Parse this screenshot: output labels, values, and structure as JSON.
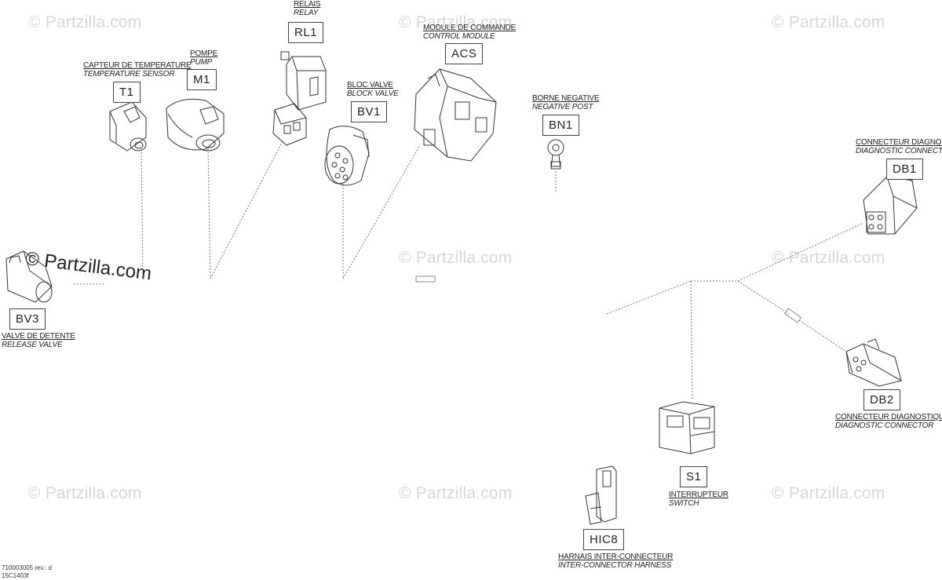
{
  "watermark": "© Partzilla.com",
  "labels": {
    "t1": {
      "code": "T1",
      "fr": "CAPTEUR DE TEMPERATURE",
      "en": "TEMPERATURE SENSOR"
    },
    "m1": {
      "code": "M1",
      "fr": "POMPE",
      "en": "PUMP"
    },
    "rl1": {
      "code": "RL1",
      "fr": "RELAIS",
      "en": "RELAY"
    },
    "bv1": {
      "code": "BV1",
      "fr": "BLOC VALVE",
      "en": "BLOCK VALVE"
    },
    "acs": {
      "code": "ACS",
      "fr": "MODULE DE COMMANDE",
      "en": "CONTROL MODULE"
    },
    "bn1": {
      "code": "BN1",
      "fr": "BORNE NEGATIVE",
      "en": "NEGATIVE POST"
    },
    "db1": {
      "code": "DB1",
      "fr": "CONNECTEUR DIAGNOSTIQUE",
      "en": "DIAGNOSTIC CONNECTOR"
    },
    "bv3": {
      "code": "BV3",
      "fr": "VALVE DE DETENTE",
      "en": "RELEASE VALVE"
    },
    "db2": {
      "code": "DB2",
      "fr": "CONNECTEUR DIAGNOSTIQUE",
      "en": "DIAGNOSTIC CONNECTOR"
    },
    "s1": {
      "code": "S1",
      "fr": "INTERRUPTEUR",
      "en": "SWITCH"
    },
    "hic8": {
      "code": "HIC8",
      "fr": "HARNAIS INTER-CONNECTEUR",
      "en": "INTER-CONNECTOR HARNESS"
    }
  },
  "reference": {
    "line1": "710003005 rev.: d",
    "line2": "15C1403f"
  }
}
